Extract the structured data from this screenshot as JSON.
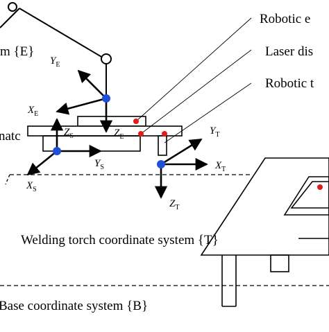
{
  "labels": {
    "end_coord": "m {E}",
    "robotic_1": "Robotic e",
    "laser": "Laser dis",
    "robotic_2": "Robotic t",
    "sensor_partial": "natc",
    "torch_coord": "Welding torch coordinate system {T}",
    "base_coord": "Base coordinate system {B}"
  },
  "axes": {
    "end": {
      "x": "X",
      "x_sub": "E",
      "y": "Y",
      "y_sub": "E",
      "z": "Z",
      "z_sub": "E"
    },
    "sensor": {
      "x": "X",
      "x_sub": "S",
      "y": "Y",
      "y_sub": "S",
      "z": "Z",
      "z_sub": "S"
    },
    "torch": {
      "x": "X",
      "x_sub": "T",
      "y": "Y",
      "y_sub": "T",
      "z": "Z",
      "z_sub": "T"
    }
  },
  "colors": {
    "origin": "#1f4fd8",
    "marker": "#e21b1b",
    "line": "#000000"
  }
}
